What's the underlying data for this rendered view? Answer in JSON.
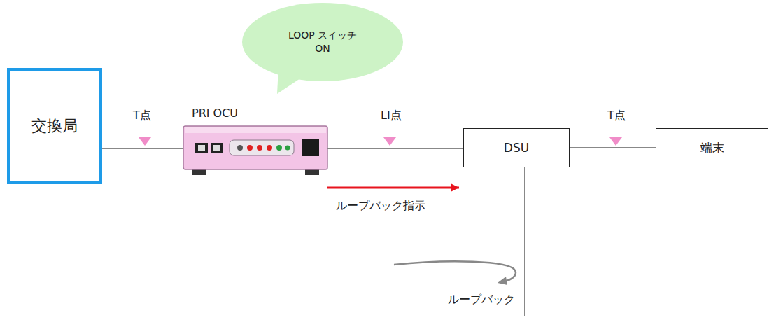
{
  "diagram": {
    "nodes": [
      {
        "text": [
          "LOOP スイッチ ON"
        ]
      },
      {
        "text": [
          "交換局"
        ]
      },
      {
        "text": [
          "PRI OCU"
        ]
      },
      {
        "text": [
          "DSU"
        ]
      },
      {
        "text": [
          "端末"
        ]
      }
    ],
    "edges": [
      {
        "from": 1,
        "to": 2,
        "arrow": "none"
      },
      {
        "from": 2,
        "to": 3,
        "arrow": "none"
      },
      {
        "from": 3,
        "to": 4,
        "arrow": "none"
      },
      {
        "from": 2,
        "to": 3,
        "arrow": "to",
        "label": "ループバック指示"
      }
    ],
    "labels": [
      "T点",
      "LI点",
      "T点",
      "ループバック"
    ]
  }
}
